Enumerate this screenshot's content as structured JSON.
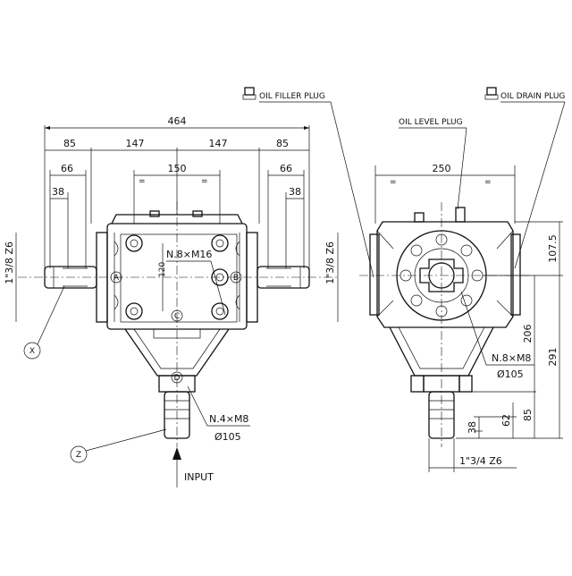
{
  "front_view": {
    "dims": {
      "overall_width": "464",
      "left_85": "85",
      "mid_147_left": "147",
      "mid_147_right": "147",
      "right_85": "85",
      "left_66": "66",
      "inner_150": "150",
      "right_66": "66",
      "left_38": "38",
      "right_38": "38",
      "eq1": "=",
      "eq2": "=",
      "height_120": "120",
      "shaft_left": "1\"3/8 Z6",
      "shaft_right": "1\"3/8 Z6"
    },
    "callouts": {
      "bolts_top": "N.8×M16",
      "bolts_bottom": "N.4×M8",
      "bolt_circle_bottom": "Ø105",
      "input": "INPUT"
    },
    "markers": {
      "a": "A",
      "b": "B",
      "c": "C",
      "d": "D",
      "x": "X",
      "z": "Z"
    }
  },
  "side_view": {
    "dims": {
      "width_250": "250",
      "eq1": "=",
      "eq2": "=",
      "h_107_5": "107.5",
      "h_206": "206",
      "h_291": "291",
      "h_85": "85",
      "h_62": "62",
      "h_38": "38",
      "shaft_bottom": "1\"3/4 Z6"
    },
    "callouts": {
      "bolts": "N.8×M8",
      "bolt_circle": "Ø105"
    },
    "plugs": {
      "filler": "OIL FILLER PLUG",
      "level": "OIL LEVEL PLUG",
      "drain": "OIL DRAIN PLUG"
    }
  }
}
